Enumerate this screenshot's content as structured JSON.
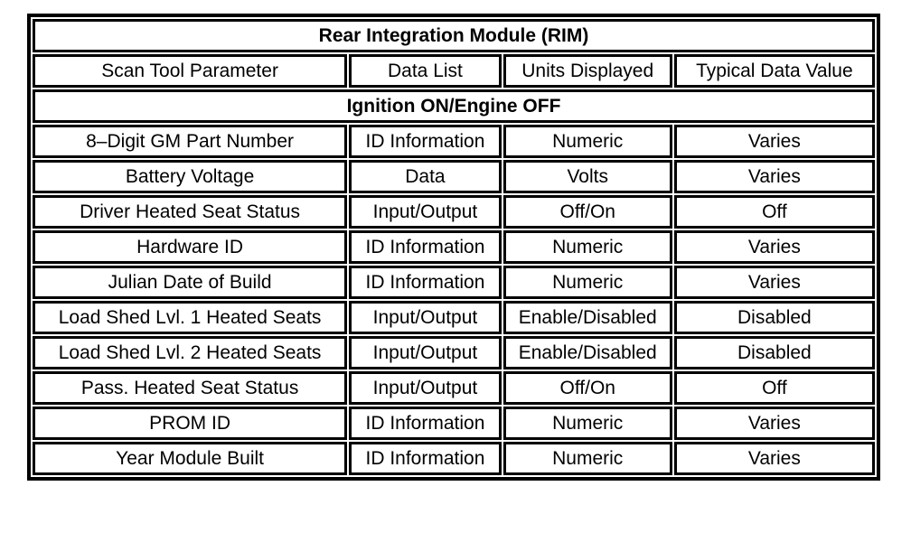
{
  "table": {
    "title": "Rear Integration Module (RIM)",
    "section": "Ignition ON/Engine OFF",
    "columns": [
      "Scan Tool Parameter",
      "Data List",
      "Units Displayed",
      "Typical Data Value"
    ],
    "rows": [
      [
        "8–Digit GM Part Number",
        "ID Information",
        "Numeric",
        "Varies"
      ],
      [
        "Battery Voltage",
        "Data",
        "Volts",
        "Varies"
      ],
      [
        "Driver Heated Seat Status",
        "Input/Output",
        "Off/On",
        "Off"
      ],
      [
        "Hardware ID",
        "ID Information",
        "Numeric",
        "Varies"
      ],
      [
        "Julian Date of Build",
        "ID Information",
        "Numeric",
        "Varies"
      ],
      [
        "Load Shed Lvl. 1 Heated Seats",
        "Input/Output",
        "Enable/Disabled",
        "Disabled"
      ],
      [
        "Load Shed Lvl. 2 Heated Seats",
        "Input/Output",
        "Enable/Disabled",
        "Disabled"
      ],
      [
        "Pass. Heated Seat Status",
        "Input/Output",
        "Off/On",
        "Off"
      ],
      [
        "PROM ID",
        "ID Information",
        "Numeric",
        "Varies"
      ],
      [
        "Year Module Built",
        "ID Information",
        "Numeric",
        "Varies"
      ]
    ],
    "colors": {
      "border": "#000000",
      "background": "#ffffff",
      "text": "#000000"
    }
  }
}
